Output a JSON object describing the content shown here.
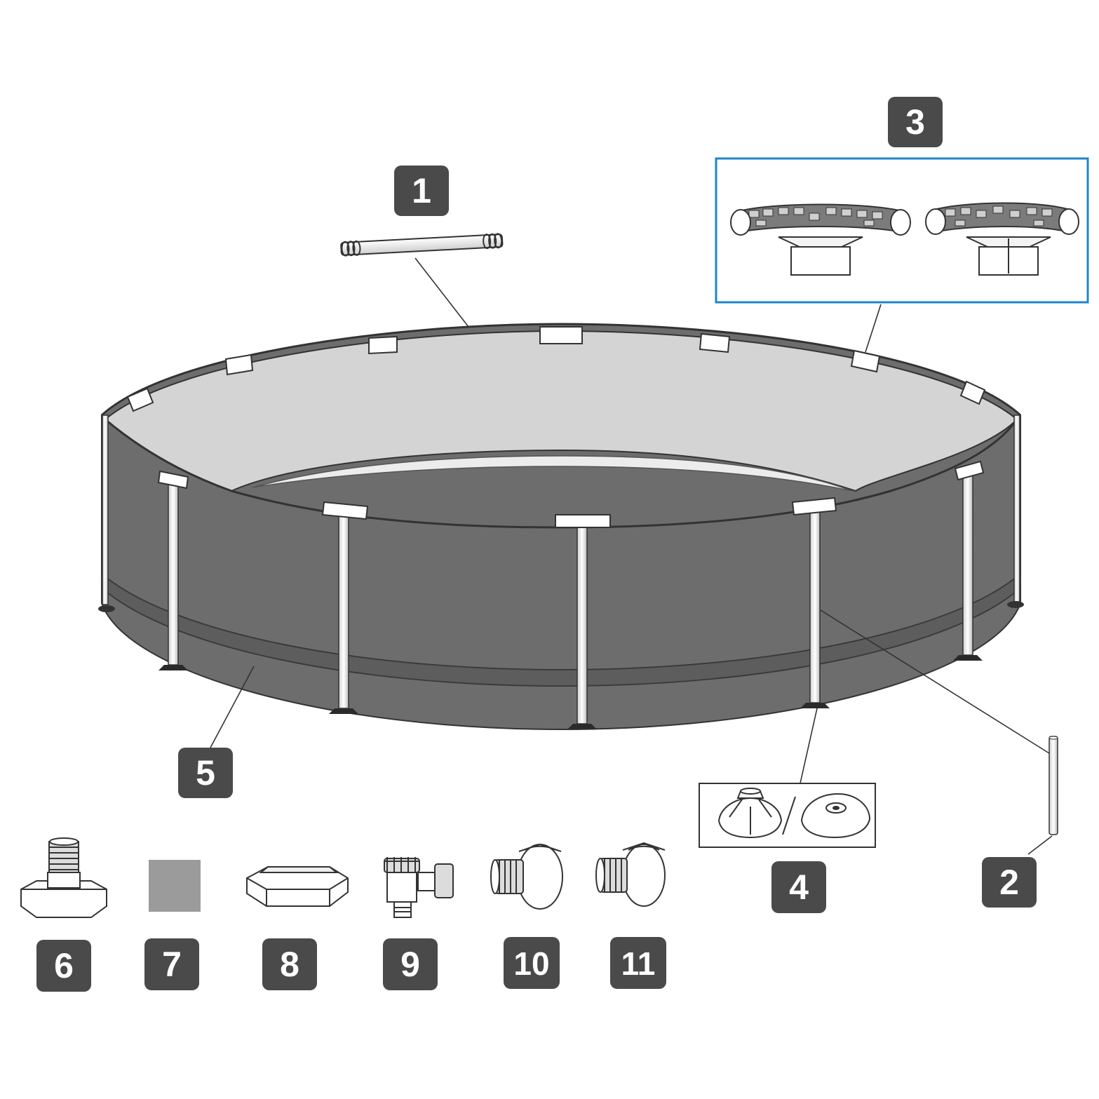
{
  "diagram": {
    "colors": {
      "badge_fill": "#4a4a4a",
      "wall": "#6d6d6d",
      "wall_dark": "#505050",
      "water": "#d4d4d4",
      "inner_highlight": "#ececec",
      "frame_box_border": "#1e86c9",
      "line": "#333333",
      "part_7_swatch": "#9b9b9b"
    },
    "parts": [
      {
        "label": "1",
        "name": "top-rail-pipe",
        "icon": "pipe-icon"
      },
      {
        "label": "2",
        "name": "vertical-leg-pipe",
        "icon": "leg-pipe-icon"
      },
      {
        "label": "3",
        "name": "t-joint-connector",
        "icon": "t-joint-icon"
      },
      {
        "label": "4",
        "name": "leg-foot-cap",
        "icon": "foot-cap-icon"
      },
      {
        "label": "5",
        "name": "pool-liner",
        "icon": "pool-liner-icon"
      },
      {
        "label": "6",
        "name": "drain-valve-adapter",
        "icon": "drain-adapter-icon"
      },
      {
        "label": "7",
        "name": "repair-patch",
        "icon": "repair-patch-icon"
      },
      {
        "label": "8",
        "name": "strainer-cap",
        "icon": "strainer-cap-icon"
      },
      {
        "label": "9",
        "name": "plunger-valve",
        "icon": "plunger-valve-icon"
      },
      {
        "label": "10",
        "name": "inlet-strainer-connector",
        "icon": "inlet-connector-icon"
      },
      {
        "label": "11",
        "name": "outlet-strainer-connector",
        "icon": "outlet-connector-icon"
      }
    ]
  }
}
